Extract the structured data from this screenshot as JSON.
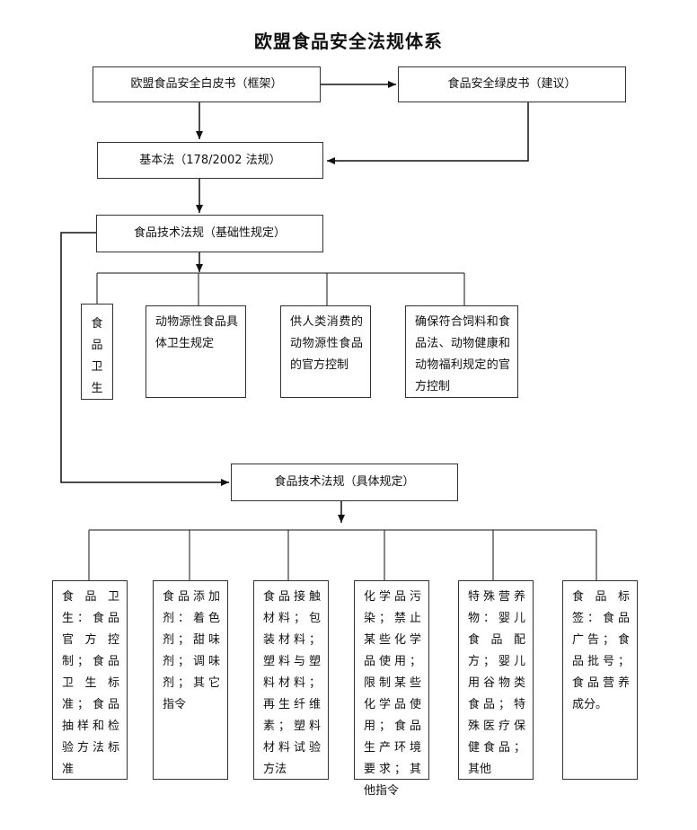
{
  "title": "欧盟食品安全法规体系",
  "nodes": {
    "white_paper": "欧盟食品安全白皮书（框架）",
    "green_paper": "食品安全绿皮书（建议）",
    "basic_law": "基本法（178/2002 法规）",
    "tech_general": "食品技术法规（基础性规定）",
    "general_children": [
      "食品卫生",
      "动物源性食品具体卫生规定",
      "供人类消费的动物源性食品的官方控制",
      "确保符合饲料和食品法、动物健康和动物福利规定的官方控制"
    ],
    "tech_specific": "食品技术法规（具体规定）",
    "specific_children": [
      "食品卫生：食品官方控制；食品卫生标准；食品抽样和检验方法标准",
      "食品添加剂：着色剂；甜味剂；调味剂；其它指令",
      "食品接触材料；包装材料；塑料与塑料材料；再生纤维素；塑料材料试验方法",
      "化学品污染；禁止某些化学品使用；限制某些化学品使用；食品生产环境要求；其他指令",
      "特殊营养物：婴儿食品配方；婴儿用谷物类食品；特殊医疗保健食品；其他",
      "食品标签：食品广告；食品批号；食品营养成分。"
    ]
  }
}
